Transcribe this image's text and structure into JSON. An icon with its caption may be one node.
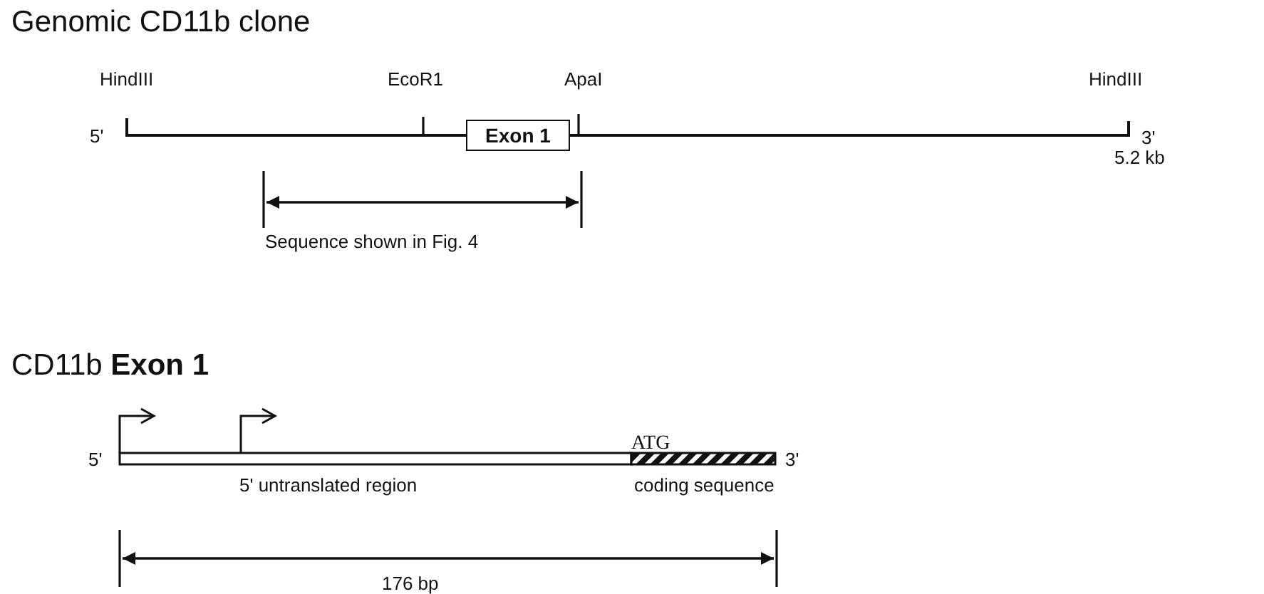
{
  "diagram": {
    "title": "Genomic CD11b clone",
    "nodes": [
      {
        "text": [
          "Exon 1"
        ]
      }
    ],
    "edges": [],
    "labels": [
      "HindIII",
      "EcoR1",
      "ApaI",
      "HindIII",
      "5'",
      "3'",
      "5.2 kb",
      "Sequence shown in Fig. 4",
      "CD11b **Exon 1**",
      "5'",
      "ATG",
      "3'",
      "5' untranslated region",
      "coding sequence",
      "176 bp"
    ]
  }
}
